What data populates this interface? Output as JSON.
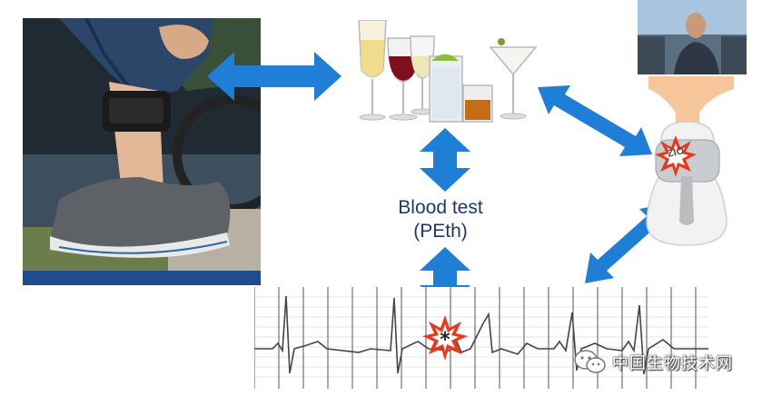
{
  "labels": {
    "blood_test_line1": "Blood test",
    "blood_test_line2": "(PEth)",
    "device_brand": "ZIO"
  },
  "watermark": {
    "text": "中国生物技术网"
  },
  "colors": {
    "arrow": "#1f7fd6",
    "label": "#1f3864",
    "panel_band": "#1e4d8f",
    "burst_fill": "#e8391b",
    "burst_inner": "#ffffff",
    "ecg_trace": "#444444",
    "ecg_grid": "#555555"
  },
  "icons": [
    "ankle-monitor-photo",
    "drinks-glasses",
    "zio-patch-device",
    "ecg-strip",
    "burst-icon",
    "wechat-icon",
    "presenter-video"
  ]
}
